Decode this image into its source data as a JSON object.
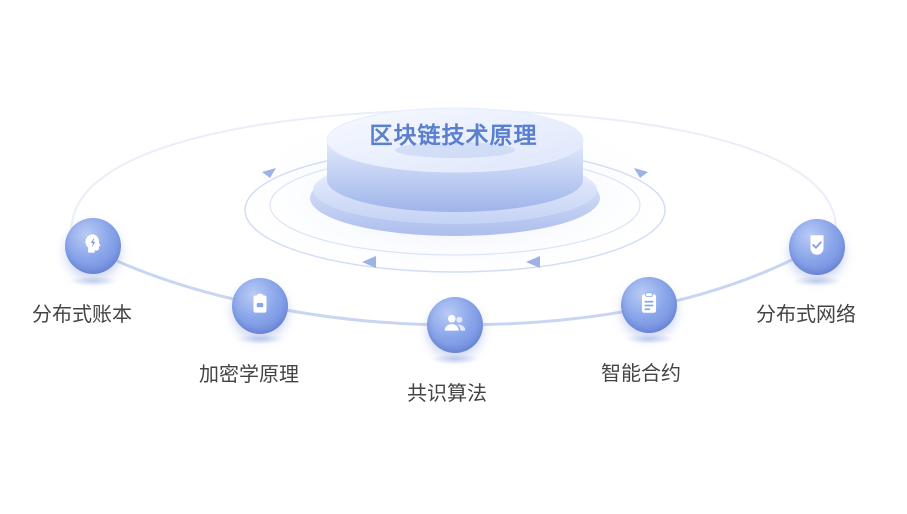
{
  "diagram": {
    "title": "区块链技术原理",
    "nodes": [
      {
        "id": "distributed-ledger",
        "label": "分布式账本",
        "icon": "brain-icon"
      },
      {
        "id": "cryptography",
        "label": "加密学原理",
        "icon": "badge-icon"
      },
      {
        "id": "consensus",
        "label": "共识算法",
        "icon": "users-icon"
      },
      {
        "id": "smart-contract",
        "label": "智能合约",
        "icon": "clipboard-icon"
      },
      {
        "id": "distributed-network",
        "label": "分布式网络",
        "icon": "shield-check-icon"
      }
    ],
    "colors": {
      "accent": "#6783d8",
      "title": "#5a7fcf",
      "orbit": "#c9d6f2",
      "label": "#444444"
    }
  }
}
